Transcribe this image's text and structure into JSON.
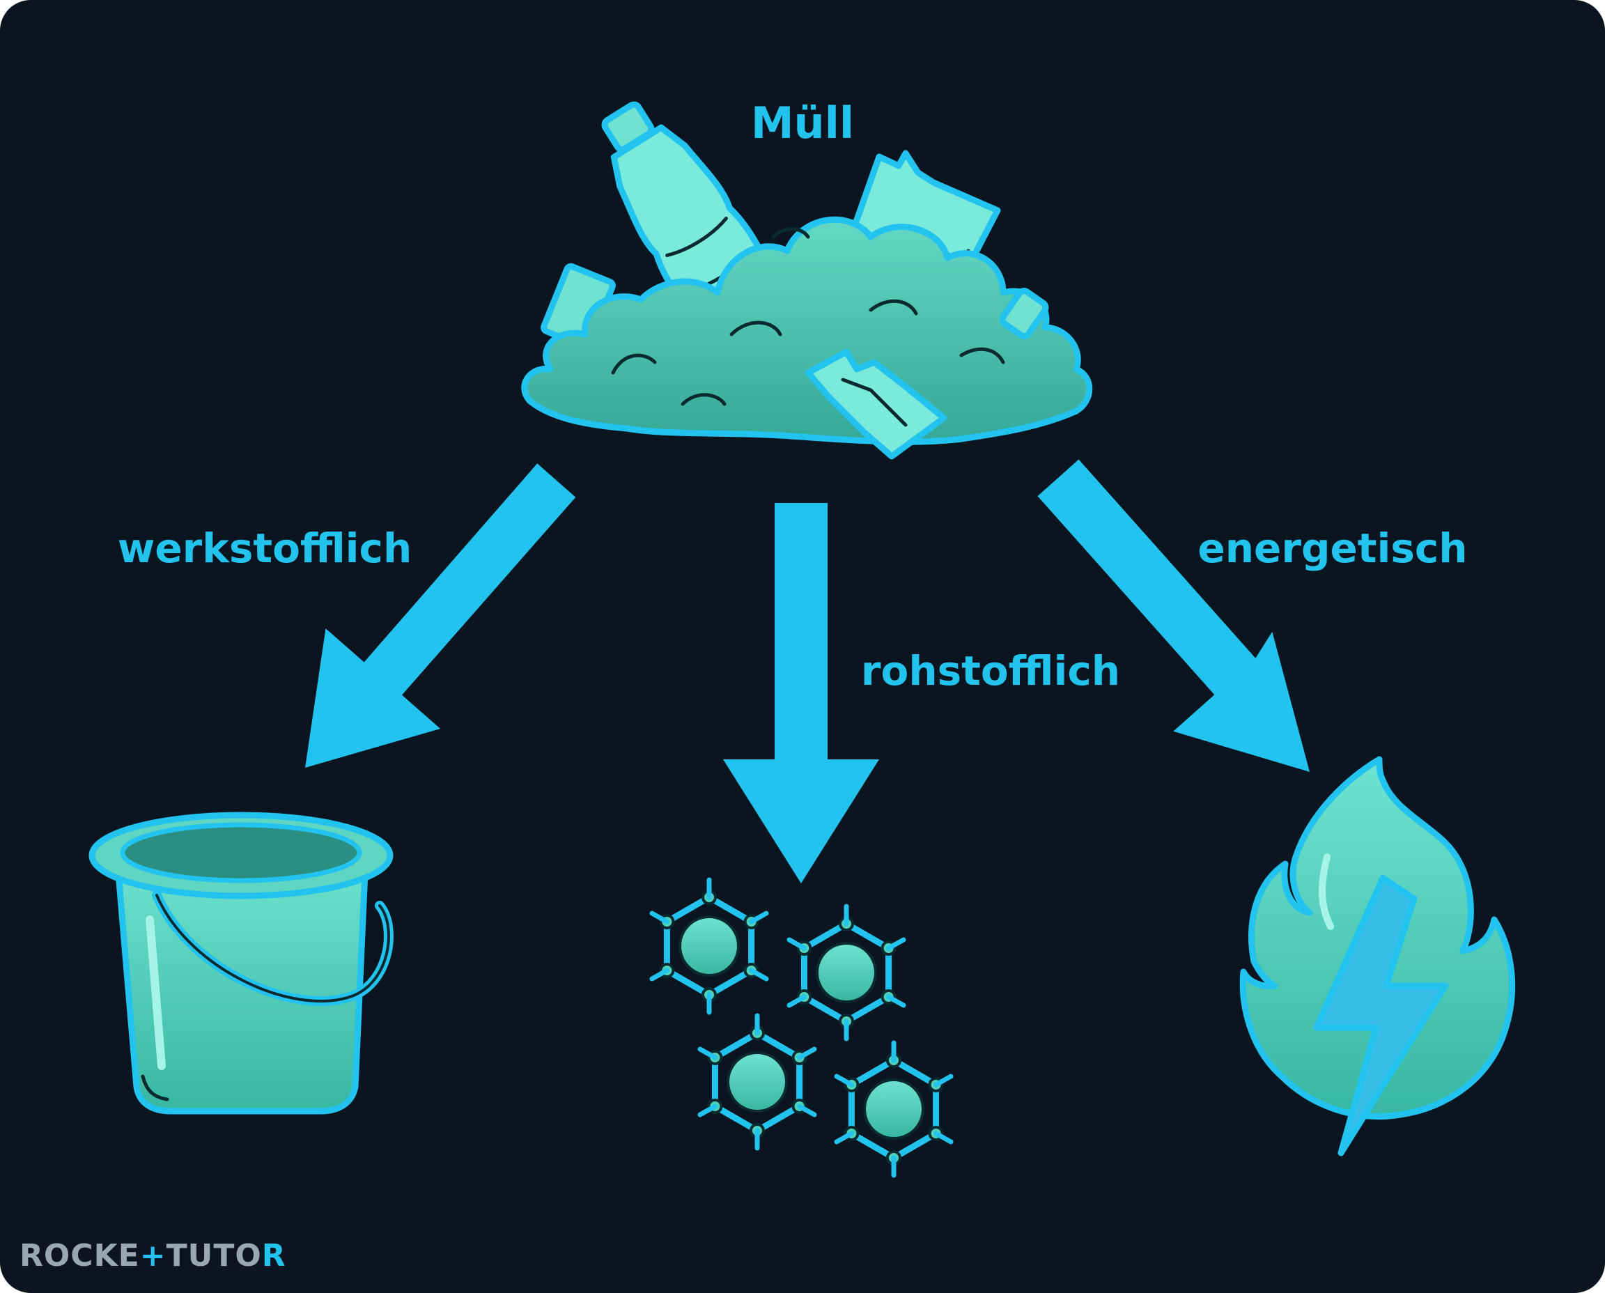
{
  "diagram": {
    "source": {
      "label": "Müll"
    },
    "paths": [
      {
        "label": "werkstofflich",
        "target": "bucket-icon"
      },
      {
        "label": "rohstofflich",
        "target": "molecules-icon"
      },
      {
        "label": "energetisch",
        "target": "flame-bolt-icon"
      }
    ]
  },
  "branding": {
    "logo_text": "ROCKETTUTOR"
  },
  "colors": {
    "background": "#0a1520",
    "accent": "#22c4ee",
    "fill_teal": "#4fd2b8",
    "brand_gray": "#9aa6b2"
  }
}
